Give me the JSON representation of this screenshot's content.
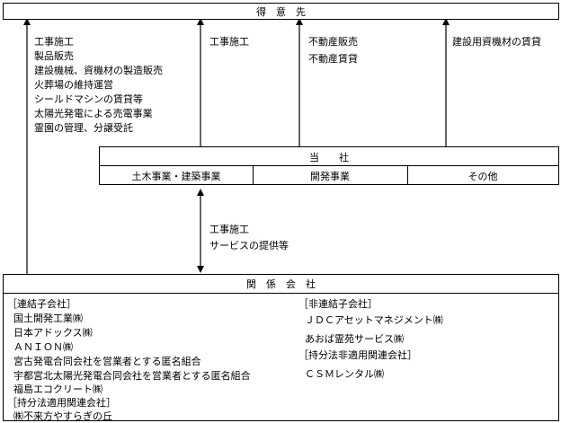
{
  "customers": {
    "title": "得　意　先"
  },
  "flows_to_customers": [
    {
      "lines": [
        "工事施工",
        "製品販売",
        "建設機械、資機材の製造販売",
        "火葬場の維持運営",
        "シールドマシンの賃貸等",
        "太陽光発電による売電事業",
        "霊園の管理、分譲受託"
      ]
    },
    {
      "lines": [
        "工事施工"
      ]
    },
    {
      "lines": [
        "不動産販売",
        "不動産賃貸"
      ]
    },
    {
      "lines": [
        "建設用資機材の賃貸"
      ]
    }
  ],
  "company": {
    "title": "当　　社",
    "segments": [
      "土木事業・建築事業",
      "開発事業",
      "その他"
    ]
  },
  "company_to_affiliates": {
    "lines": [
      "工事施工",
      "サービスの提供等"
    ]
  },
  "affiliates": {
    "title": "関　係　会　社",
    "consolidated": {
      "heading": "［連結子会社］",
      "items": [
        "国土開発工業㈱",
        "日本アドックス㈱",
        "ＡＮＩＯＮ㈱",
        "宮古発電合同会社を営業者とする匿名組合",
        "宇都宮北太陽光発電合同会社を営業者とする匿名組合",
        "福島エコクリート㈱"
      ]
    },
    "equity_method": {
      "heading": "［持分法適用関連会社］",
      "items": [
        "㈱不来方やすらぎの丘"
      ]
    },
    "non_consolidated": {
      "heading": "［非連結子会社］",
      "items": [
        "ＪＤＣアセットマネジメント㈱",
        "あおば霊苑サービス㈱"
      ]
    },
    "non_equity_method": {
      "heading": "［持分法非適用関連会社］",
      "items": [
        "ＣＳＭレンタル㈱"
      ]
    }
  }
}
